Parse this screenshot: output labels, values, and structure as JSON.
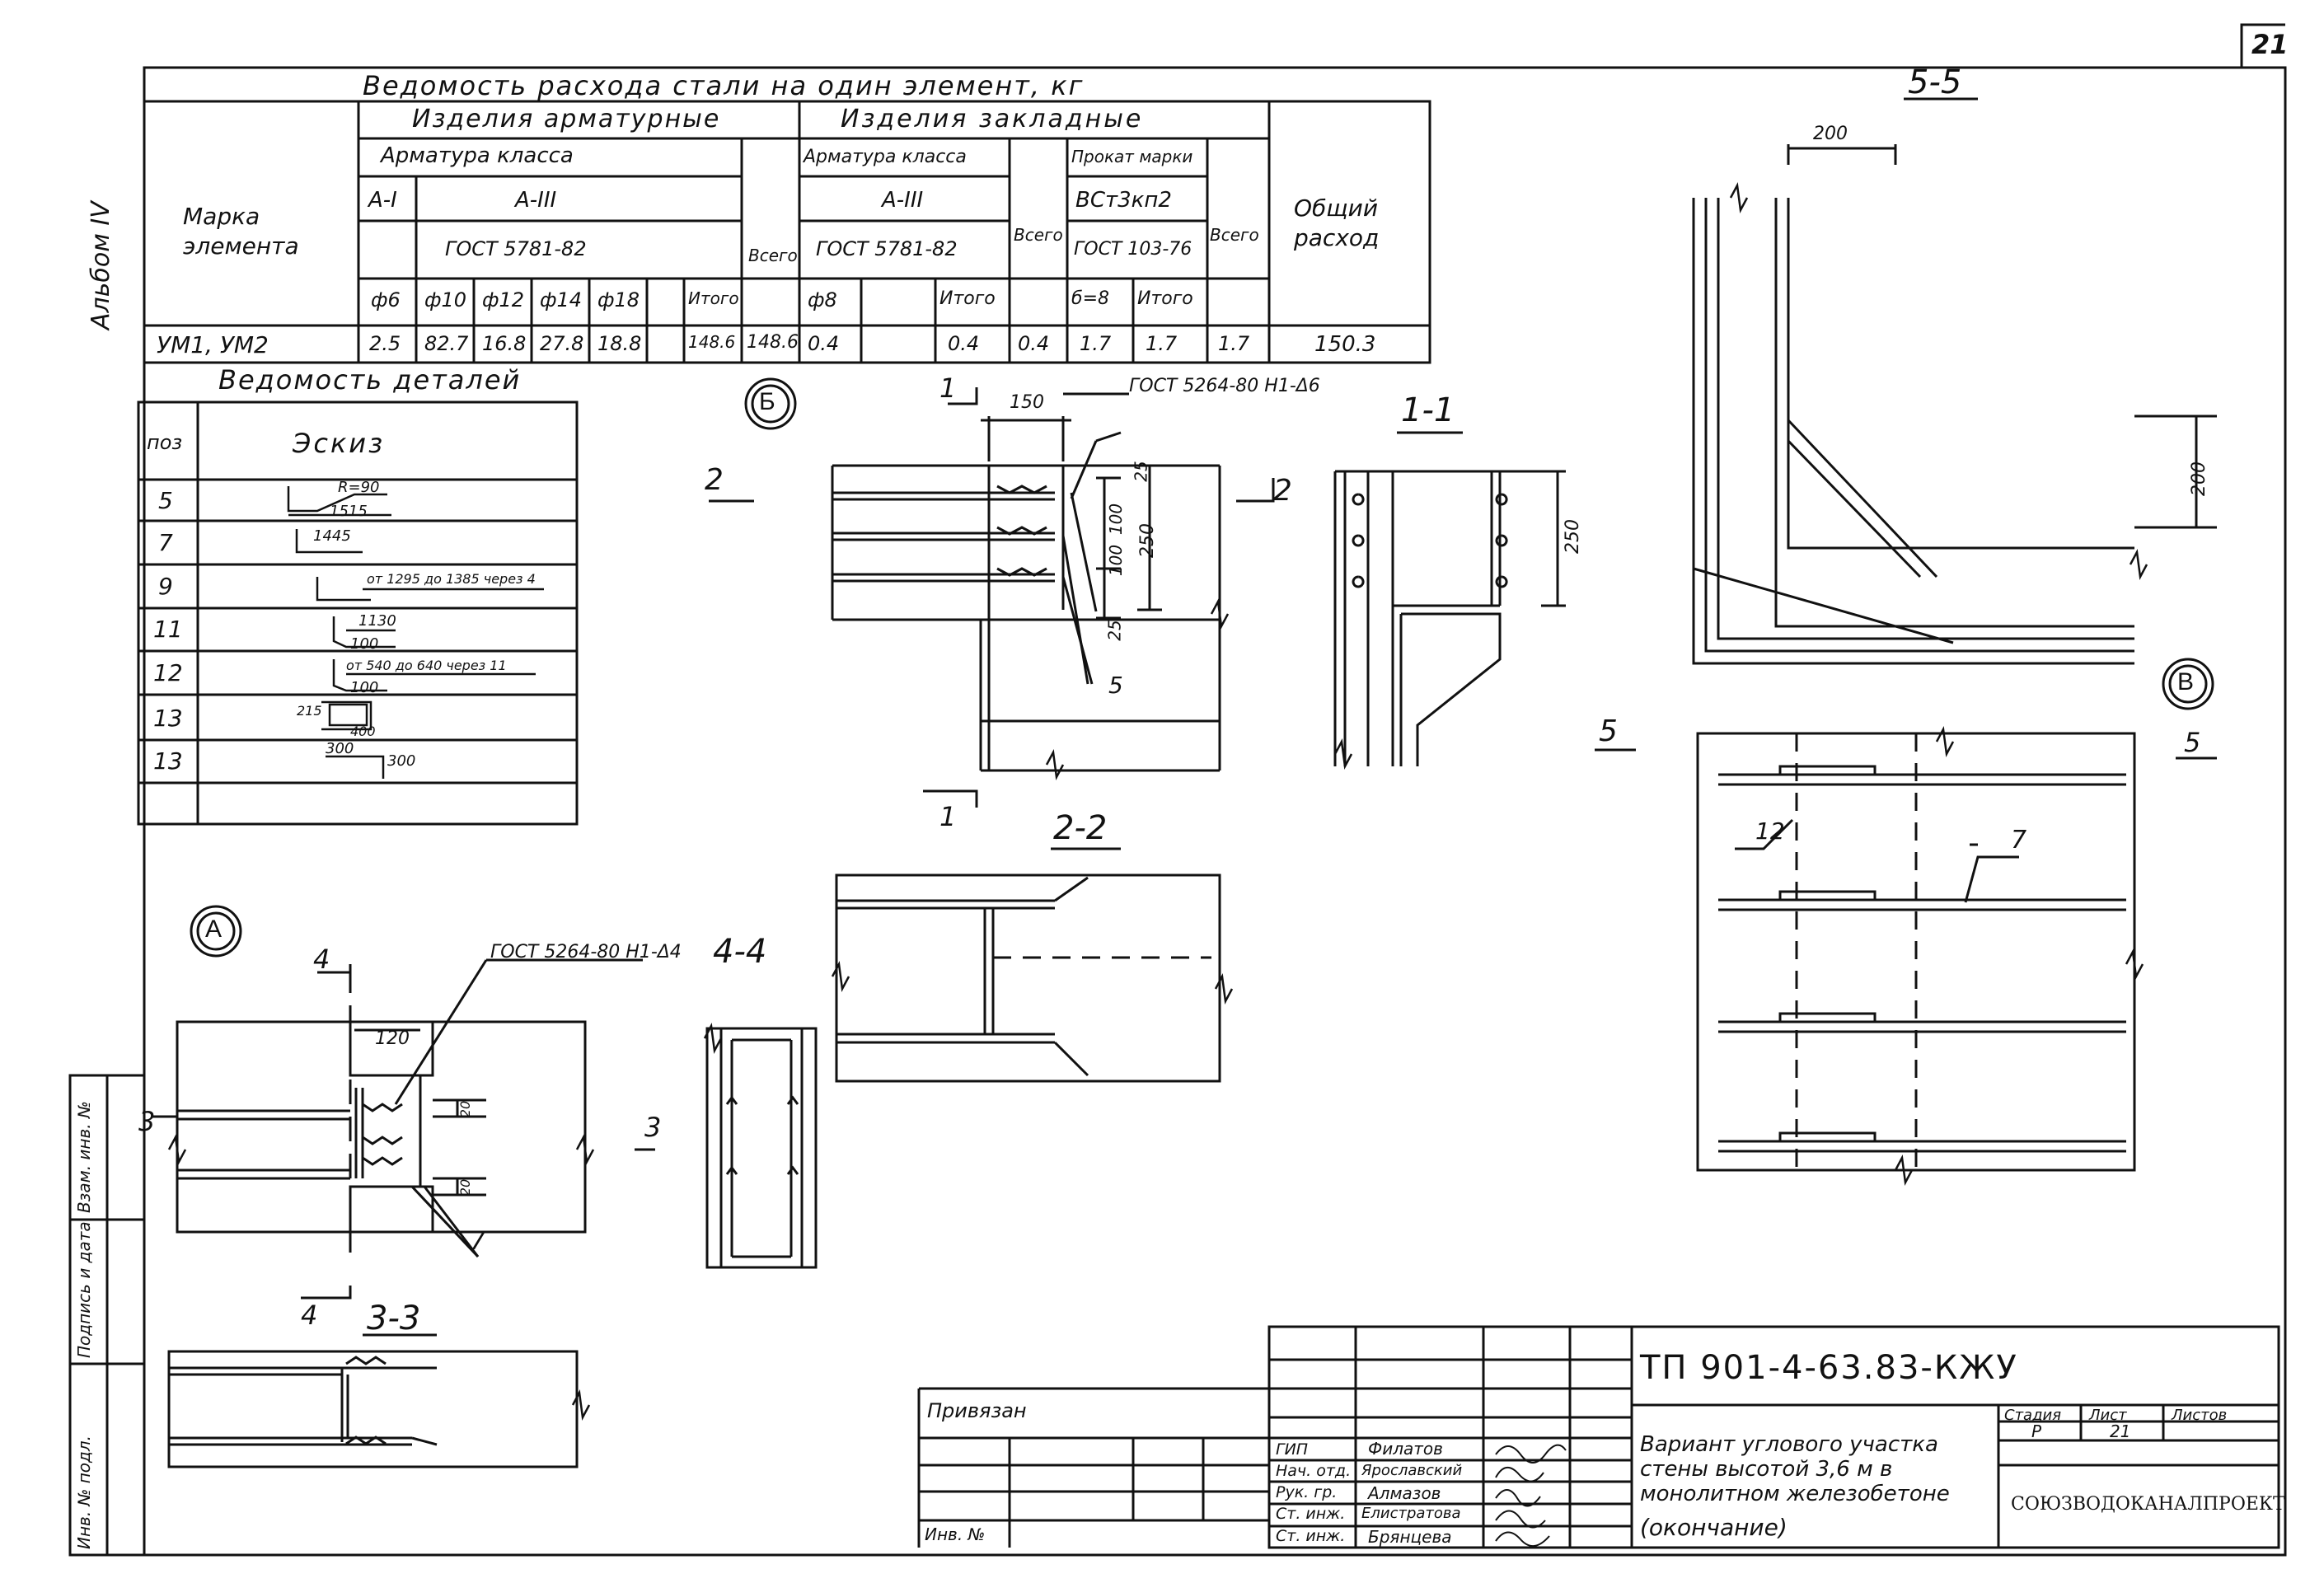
{
  "sheet_number": "21",
  "album_label": "Альбом IV",
  "side_stamps": {
    "vzam_inv": "Взам. инв. №",
    "podpis_data": "Подпись и дата",
    "inv_podl": "Инв. № подл."
  },
  "steel_table": {
    "title": "Ведомость расхода стали на один элемент, кг",
    "mark_header": "Марка элемента",
    "armature_group": "Изделия арматурные",
    "embedded_group": "Изделия закладные",
    "armature_class": "Арматура класса",
    "armature_class2": "Арматура класса",
    "profile_header": "Прокат марки",
    "class_ai": "А-I",
    "class_aiii": "А-III",
    "class_aiii_2": "А-III",
    "gost_arm": "ГОСТ 5781-82",
    "gost_arm2": "ГОСТ 5781-82",
    "steel_mark": "ВСт3кп2",
    "gost_profile": "ГОСТ 103-76",
    "total_label": "Всего",
    "total_label2": "Всего",
    "total_label3": "Всего",
    "general_total": "Общий расход",
    "col_headers": [
      "ф6",
      "ф10",
      "ф12",
      "ф14",
      "ф18",
      "Итого",
      "ф8",
      "",
      "Итого",
      "б=8",
      "Итого"
    ],
    "row": {
      "mark": "УМ1, УМ2",
      "values": [
        "2.5",
        "82.7",
        "16.8",
        "27.8",
        "18.8",
        "148.6",
        "148.6",
        "0.4",
        "",
        "0.4",
        "0.4",
        "1.7",
        "1.7",
        "1.7",
        "150.3"
      ]
    }
  },
  "details_table": {
    "title": "Ведомость деталей",
    "pos_header": "поз",
    "sketch_header": "Эскиз",
    "rows": [
      {
        "pos": "5",
        "note": "R=90",
        "dim": "1515"
      },
      {
        "pos": "7",
        "note": "",
        "dim": "1445"
      },
      {
        "pos": "9",
        "note": "от 1295 до 1385 через 4",
        "dim": ""
      },
      {
        "pos": "11",
        "note": "1130",
        "dim": "100"
      },
      {
        "pos": "12",
        "note": "от 540 до 640 через 11",
        "dim": "100"
      },
      {
        "pos": "13",
        "note": "400",
        "dim": "215"
      },
      {
        "pos": "13",
        "note": "300",
        "dim": "300"
      }
    ]
  },
  "drawing_labels": {
    "callout_b": "Б",
    "callout_a": "А",
    "callout_v": "В",
    "section_11": "1-1",
    "section_22": "2-2",
    "section_33": "3-3",
    "section_44": "4-4",
    "section_55": "5-5",
    "cut1": "1",
    "cut2": "2",
    "cut3": "3",
    "cut4": "4",
    "cut5": "5",
    "weld_b": "ГОСТ 5264-80 Н1-Δ6",
    "weld_a": "ГОСТ 5264-80 Н1-Δ4",
    "dim_150": "150",
    "dim_25a": "25",
    "dim_100a": "100",
    "dim_100b": "100",
    "dim_250": "250",
    "dim_25b": "25",
    "dim_250b": "250",
    "dim_120": "120",
    "dim_200a": "200",
    "dim_200b": "200",
    "dim_20a": "20",
    "dim_20b": "20",
    "pos5": "5",
    "pos7": "7",
    "pos7b": "7",
    "pos12": "12"
  },
  "title_block": {
    "doc_code": "ТП 901-4-63.83-КЖУ",
    "privyazan": "Привязан",
    "inv_no": "Инв. №",
    "roles": [
      "ГИП",
      "Нач. отд.",
      "Рук. гр.",
      "Ст. инж.",
      "Ст. инж."
    ],
    "names": [
      "Филатов",
      "Ярославский",
      "Алмазов",
      "Елистратова",
      "Брянцева"
    ],
    "title_lines": [
      "Вариант углового участка",
      "стены высотой 3,6 м в",
      "монолитном железобетоне",
      "(окончание)"
    ],
    "stage_label": "Стадия",
    "sheet_label": "Лист",
    "sheets_label": "Листов",
    "stage": "Р",
    "sheet": "21",
    "org": "СОЮЗВОДОКАНАЛПРОЕКТ"
  }
}
